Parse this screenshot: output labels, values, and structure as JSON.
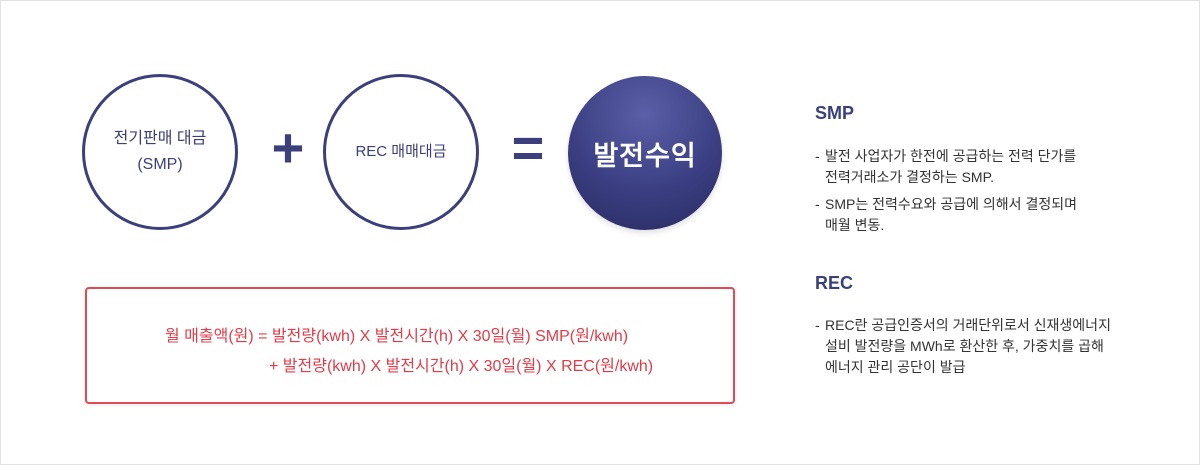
{
  "diagram": {
    "circle_sales": {
      "lines": [
        "전기판매 대금",
        "(SMP)"
      ]
    },
    "plus_symbol": "+",
    "circle_rec": {
      "lines": [
        "REC 매매대금"
      ]
    },
    "equals_symbol": "=",
    "circle_result": {
      "lines": [
        "발전수익"
      ]
    }
  },
  "formula": {
    "line1": "월 매출액(원) = 발전량(kwh) X 발전시간(h) X 30일(월) SMP(원/kwh)",
    "line2": "+ 발전량(kwh) X 발전시간(h) X 30일(월) X REC(원/kwh)"
  },
  "info": {
    "smp": {
      "title": "SMP",
      "items": [
        [
          "발전 사업자가 한전에 공급하는 전력 단가를",
          "전력거래소가 결정하는 SMP."
        ],
        [
          "SMP는 전력수요와 공급에 의해서 결정되며",
          "매월 변동."
        ]
      ]
    },
    "rec": {
      "title": "REC",
      "items": [
        [
          "REC란 공급인증서의 거래단위로서 신재생에너지",
          "설비 발전량을 MWh로 환산한 후, 가중치를 곱해",
          "에너지 관리 공단이 발급"
        ]
      ]
    }
  },
  "colors": {
    "navy": "#3b3f7c",
    "red": "#e23b47"
  }
}
